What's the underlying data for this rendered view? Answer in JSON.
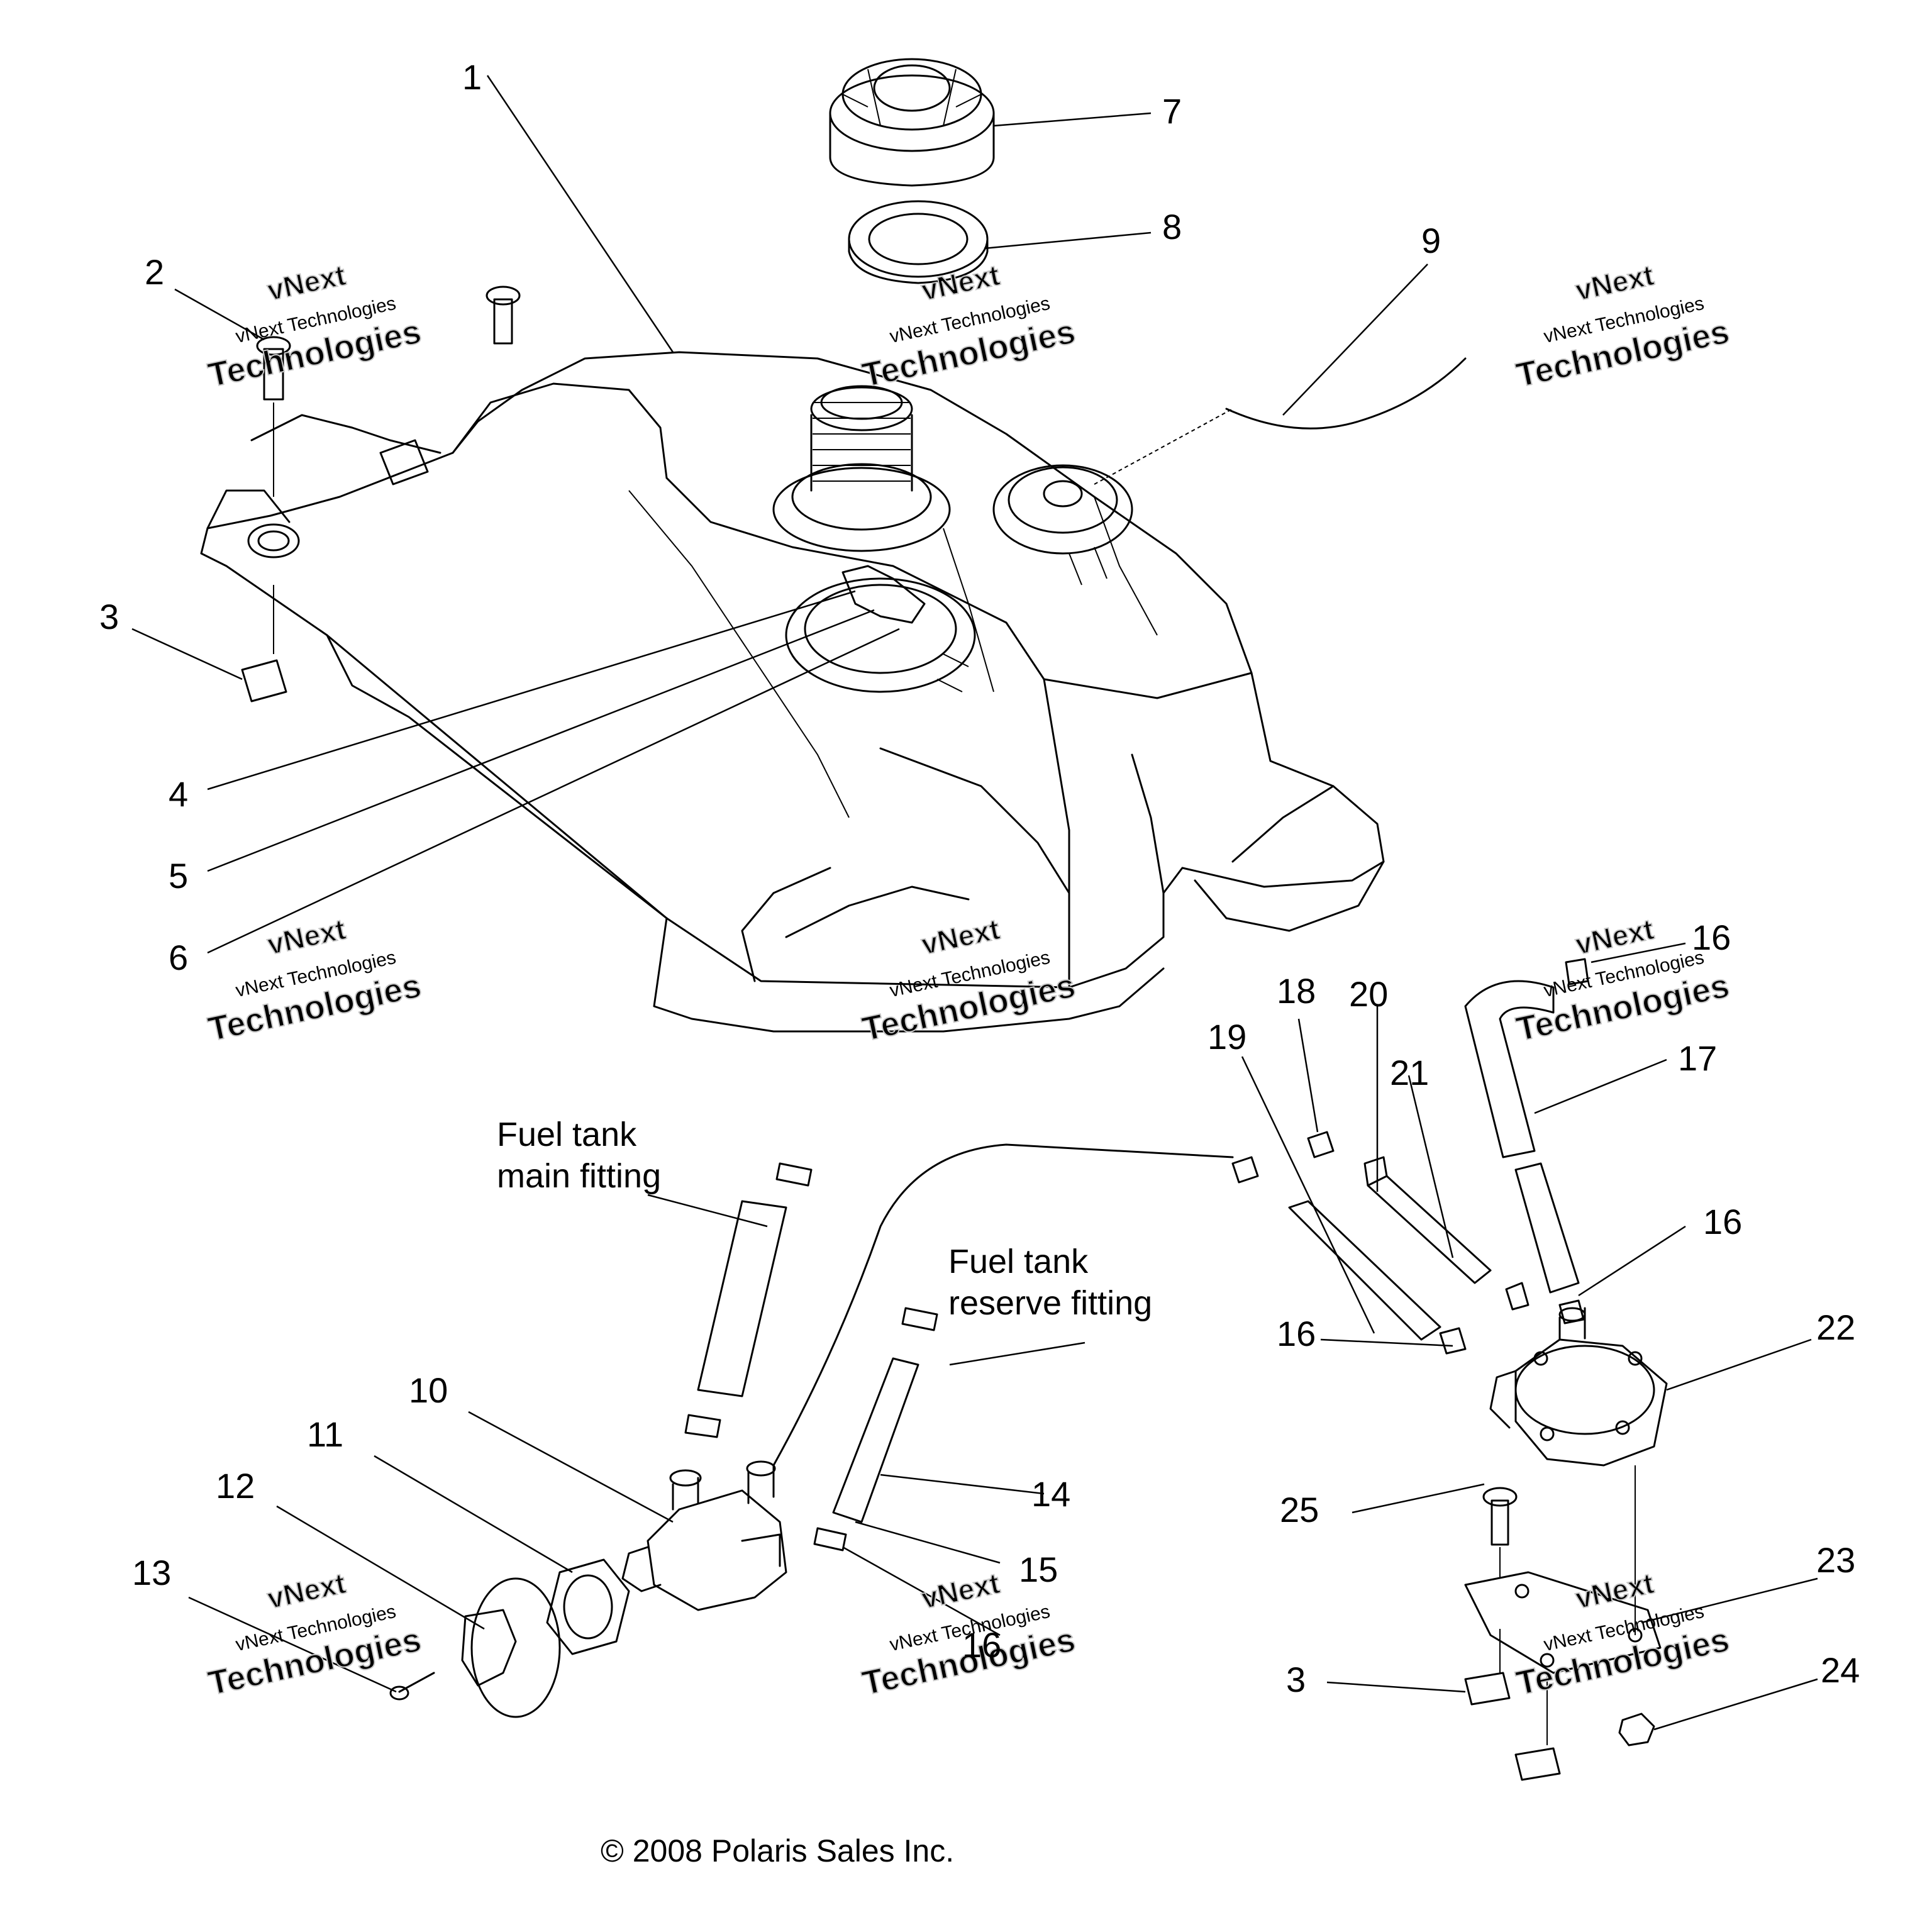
{
  "diagram": {
    "copyright": "© 2008 Polaris Sales Inc.",
    "notes": {
      "main_fitting_line1": "Fuel tank",
      "main_fitting_line2": "main fitting",
      "reserve_fitting_line1": "Fuel tank",
      "reserve_fitting_line2": "reserve fitting"
    },
    "watermark": {
      "line_a": "vNext",
      "line_b": "vNext Technologies",
      "line_c": "Technologies"
    },
    "callouts": [
      {
        "label": "1"
      },
      {
        "label": "2"
      },
      {
        "label": "3"
      },
      {
        "label": "4"
      },
      {
        "label": "5"
      },
      {
        "label": "6"
      },
      {
        "label": "7"
      },
      {
        "label": "8"
      },
      {
        "label": "9"
      },
      {
        "label": "16"
      },
      {
        "label": "18"
      },
      {
        "label": "20"
      },
      {
        "label": "19"
      },
      {
        "label": "21"
      },
      {
        "label": "17"
      },
      {
        "label": "16"
      },
      {
        "label": "16"
      },
      {
        "label": "22"
      },
      {
        "label": "10"
      },
      {
        "label": "11"
      },
      {
        "label": "12"
      },
      {
        "label": "13"
      },
      {
        "label": "14"
      },
      {
        "label": "15"
      },
      {
        "label": "16"
      },
      {
        "label": "25"
      },
      {
        "label": "23"
      },
      {
        "label": "3"
      },
      {
        "label": "24"
      }
    ]
  }
}
